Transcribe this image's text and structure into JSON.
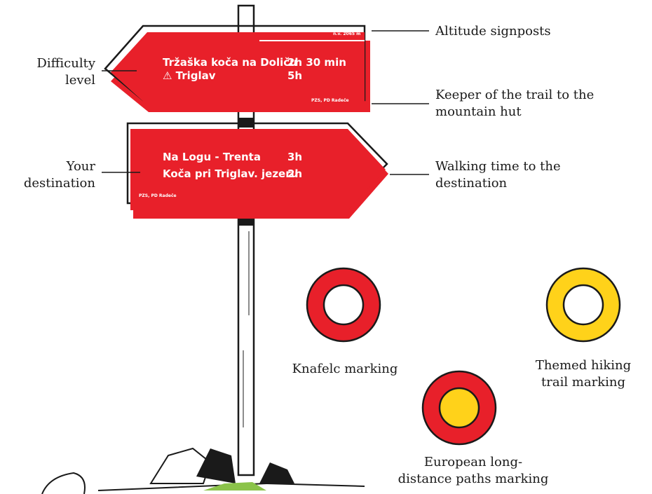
{
  "sign_top": {
    "altitude": "n.v. 2065 m",
    "rows": [
      {
        "name": "Tržaška koča na Doliču",
        "time": "2h 30 min"
      },
      {
        "name": "⚠ Triglav",
        "time": "5h"
      }
    ],
    "keeper": "PZS, PD Radeče"
  },
  "sign_bottom": {
    "rows": [
      {
        "name": "Na Logu - Trenta",
        "time": "3h"
      },
      {
        "name": "Koča pri Triglav. jezeru",
        "time": "2h"
      }
    ],
    "keeper": "PZS, PD Radeče"
  },
  "labels": {
    "altitude": "Altitude signposts",
    "keeper": [
      "Keeper of the trail to the",
      "mountain hut"
    ],
    "difficulty": [
      "Difficulty",
      "level"
    ],
    "destination": [
      "Your",
      "destination"
    ],
    "walking": [
      "Walking time to the",
      "destination"
    ]
  },
  "markings": {
    "knafelc": "Knafelc marking",
    "themed": [
      "Themed hiking",
      "trail marking"
    ],
    "european": [
      "European long-",
      "distance paths marking"
    ]
  },
  "colors": {
    "sign_red": "#e8202a",
    "marking_red": "#e8202a",
    "marking_yellow": "#ffd21a",
    "outline": "#1a1a1a",
    "grass": "#8bc34a"
  }
}
